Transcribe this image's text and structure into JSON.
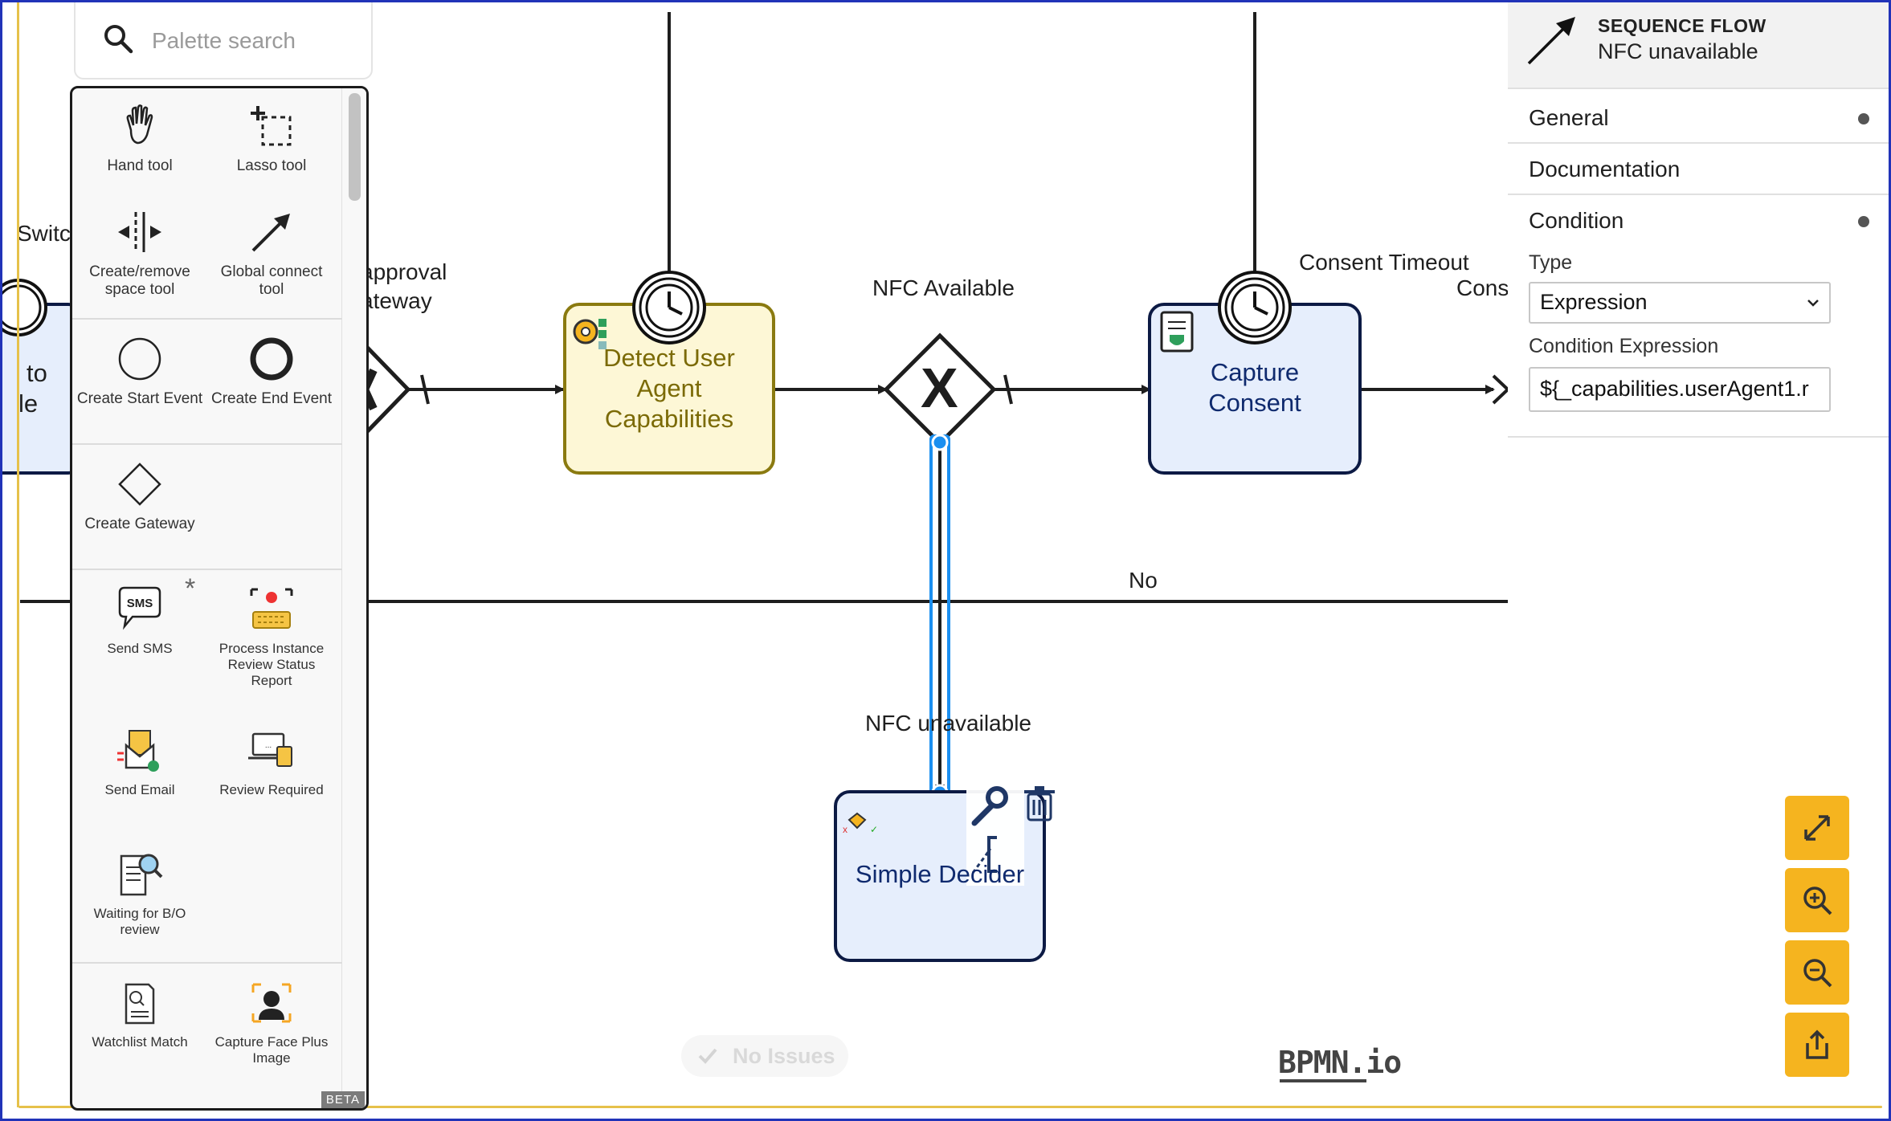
{
  "palette": {
    "search_placeholder": "Palette search",
    "tools": {
      "hand": "Hand tool",
      "lasso": "Lasso tool",
      "space": "Create/remove space tool",
      "connect": "Global connect tool",
      "start": "Create Start Event",
      "end": "Create End Event",
      "gateway": "Create Gateway",
      "sms": "Send SMS",
      "process_review": "Process Instance Review Status Report",
      "email": "Send Email",
      "review_required": "Review Required",
      "waiting": "Waiting for B/O review",
      "watchlist": "Watchlist Match",
      "capture_face": "Capture Face Plus Image"
    },
    "sms_icon_text": "SMS",
    "asterisk": "*",
    "beta": "BETA"
  },
  "diagram": {
    "left_partial_top": "Switc",
    "left_partial_line1": "to",
    "left_partial_line2": "le",
    "gateway1_label_line1": "approval",
    "gateway1_label_line2": "ateway",
    "task1_line1": "Detect User",
    "task1_line2": "Agent",
    "task1_line3": "Capabilities",
    "nfc_available": "NFC Available",
    "gateway2_mark": "X",
    "task2_line1": "Capture",
    "task2_line2": "Consent",
    "consent_timeout": "Consent Timeout",
    "cons_partial": "Cons",
    "no_label": "No",
    "nfc_unavailable": "NFC unavailable",
    "task3": "Simple Decider"
  },
  "properties": {
    "element_type": "SEQUENCE FLOW",
    "element_name": "NFC unavailable",
    "groups": [
      "General",
      "Documentation",
      "Condition"
    ],
    "type_label": "Type",
    "type_value": "Expression",
    "condition_label": "Condition Expression",
    "condition_value": "${_capabilities.userAgent1.r"
  },
  "status": {
    "no_issues": "No Issues",
    "logo": "BPMN.io"
  },
  "colors": {
    "accent": "#f5b41f",
    "task_blue": "#e6eefc",
    "task_yellow": "#fdf7d6",
    "selection": "#1b8ff0"
  }
}
